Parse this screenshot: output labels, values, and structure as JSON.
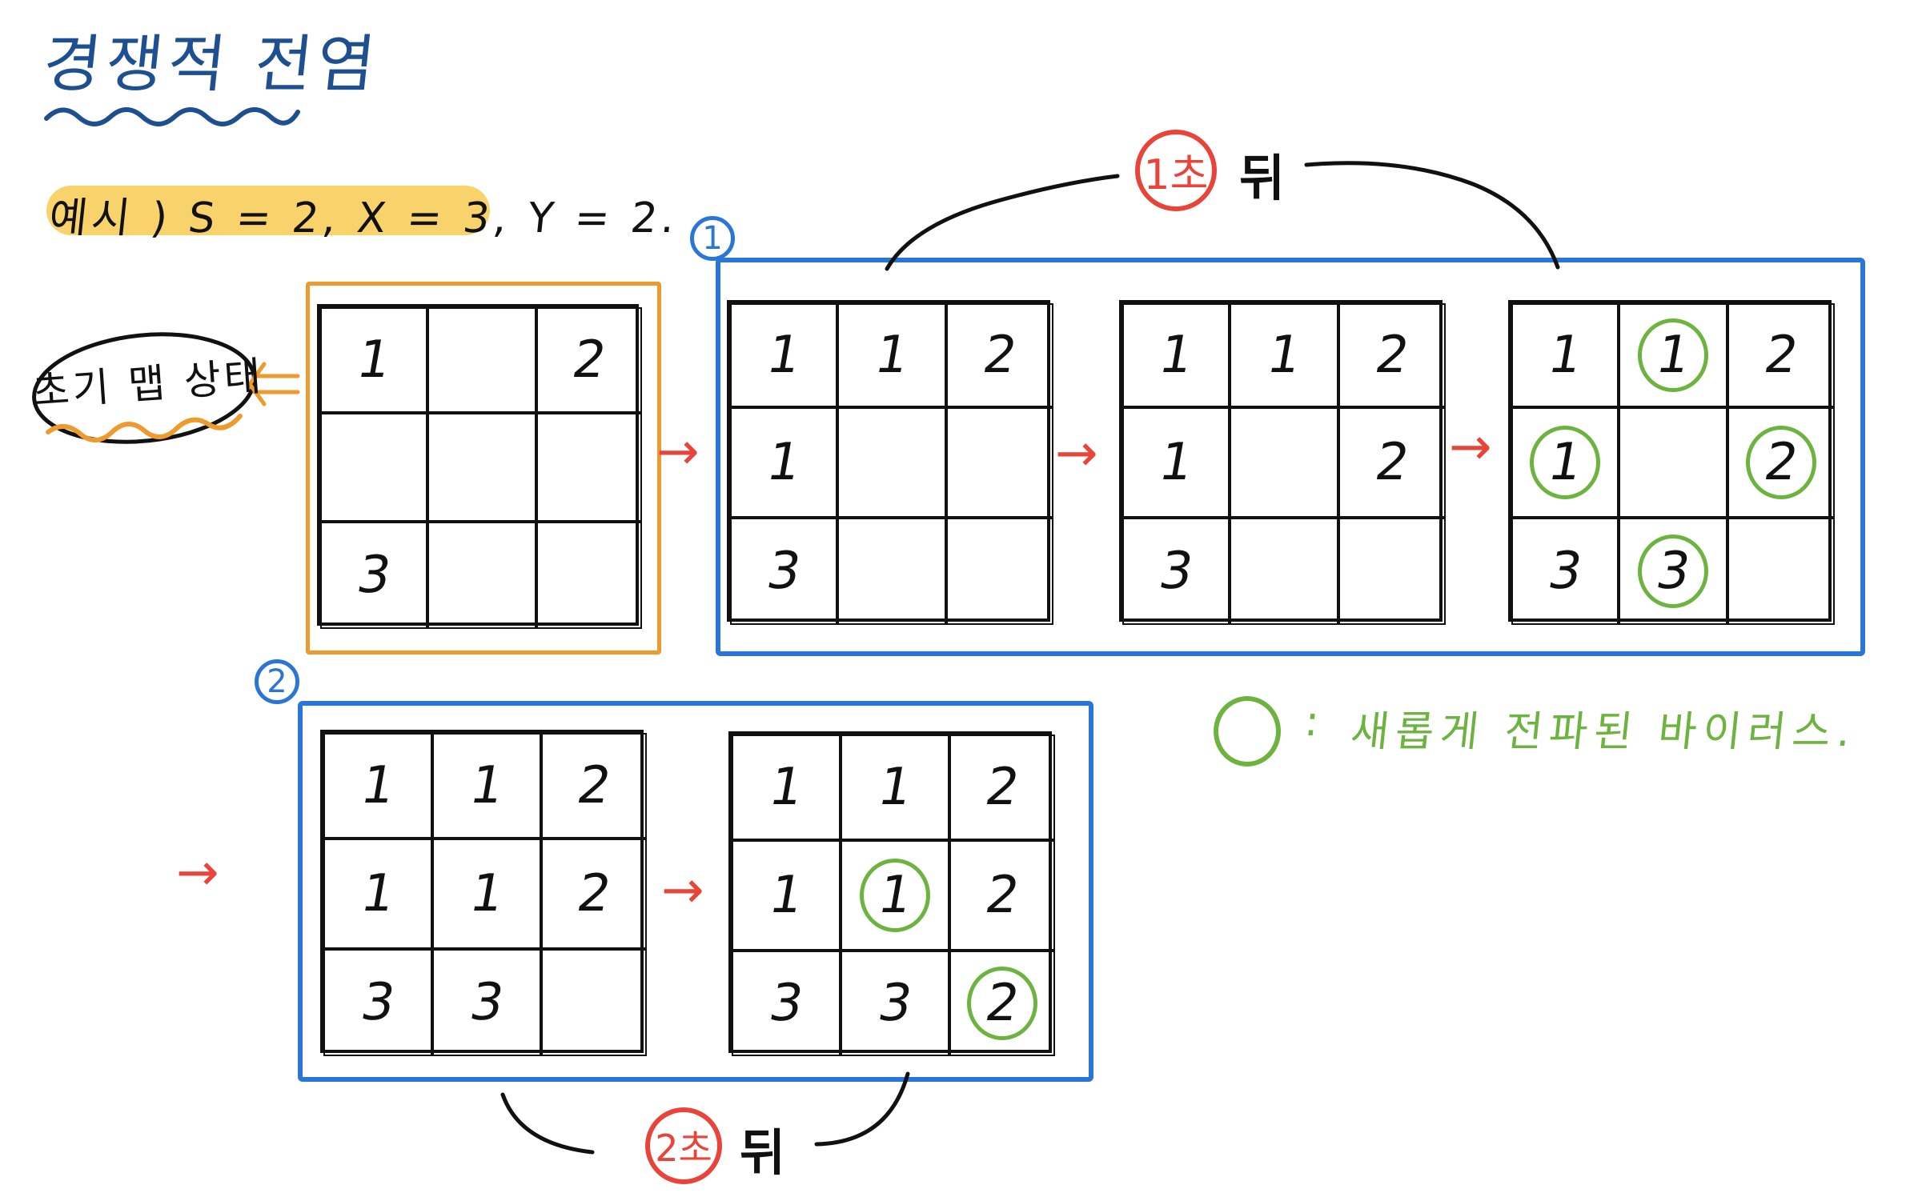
{
  "title": "경쟁적 전염",
  "example": "예시 ) S = 2, X = 3, Y = 2.",
  "initial_label": "초기 맵 상태",
  "step1": {
    "badge": "1",
    "time_badge": "1초",
    "after": "뒤"
  },
  "step2": {
    "badge": "2",
    "time_badge": "2초",
    "after": "뒤"
  },
  "arrow": "→",
  "legend": {
    "separator": ":",
    "text": "새롭게 전파된 바이러스."
  },
  "grids": {
    "initial": [
      "1",
      "",
      "2",
      "",
      "",
      "",
      "3",
      "",
      ""
    ],
    "s1a": [
      "1",
      "1",
      "2",
      "1",
      "",
      "",
      "3",
      "",
      ""
    ],
    "s1b": [
      "1",
      "1",
      "2",
      "1",
      "",
      "2",
      "3",
      "",
      ""
    ],
    "s1c": [
      "1",
      "1",
      "2",
      "1",
      "",
      "2",
      "3",
      "3",
      ""
    ],
    "s2a": [
      "1",
      "1",
      "2",
      "1",
      "1",
      "2",
      "3",
      "3",
      ""
    ],
    "s2b": [
      "1",
      "1",
      "2",
      "1",
      "1",
      "2",
      "3",
      "3",
      "2"
    ]
  },
  "new_marks": {
    "s1c": [
      1,
      3,
      5,
      7
    ],
    "s2b": [
      4,
      8
    ]
  },
  "colors": {
    "title": "#1d4f91",
    "highlight": "#f7cd5a",
    "initial_frame": "#ee9a2e",
    "step_frame": "#2a76d6",
    "arrow": "#e8443a",
    "new_virus": "#6db33f"
  }
}
